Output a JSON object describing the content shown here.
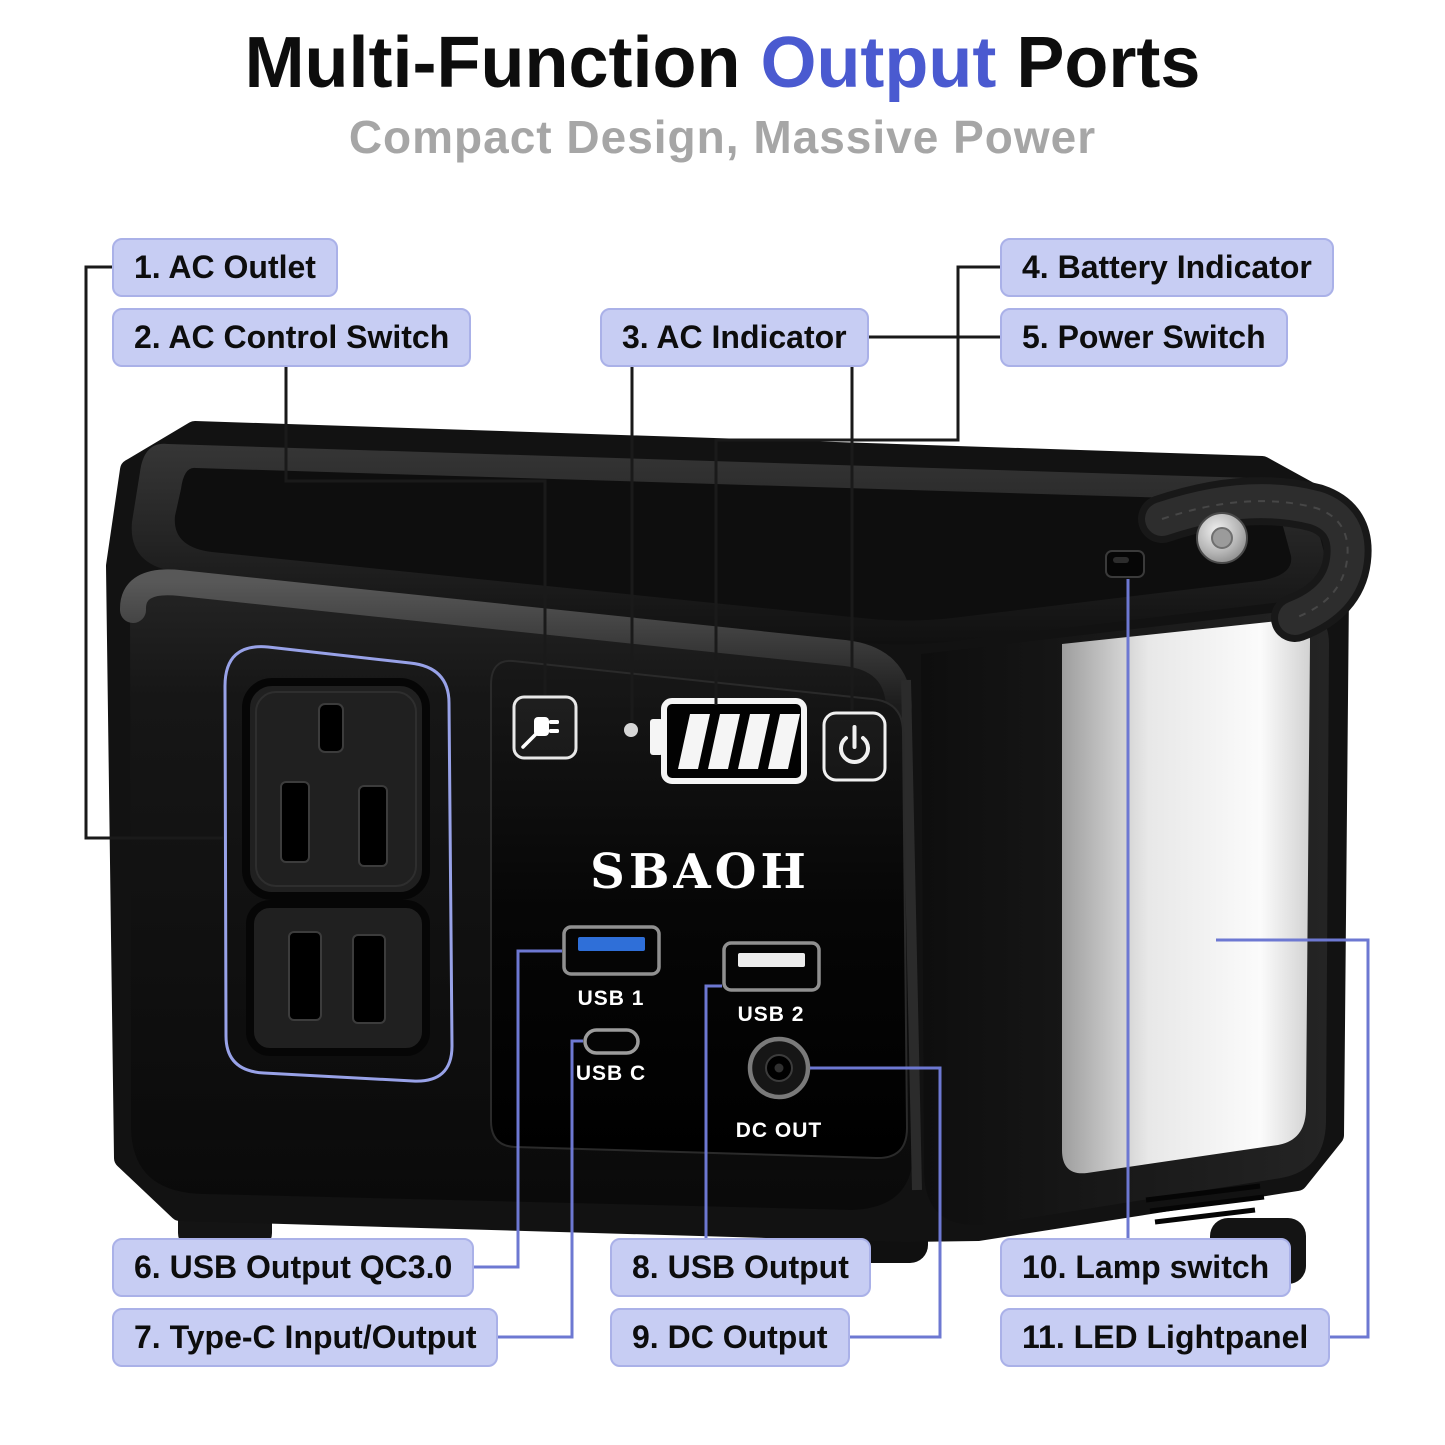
{
  "header": {
    "title_part1": "Multi-Function",
    "title_highlight": "Output",
    "title_part2": "Ports",
    "subtitle": "Compact Design, Massive Power"
  },
  "callouts": {
    "ac_outlet": "1. AC Outlet",
    "ac_control_switch": "2. AC Control Switch",
    "ac_indicator": "3. AC Indicator",
    "battery_indicator": "4. Battery Indicator",
    "power_switch": "5. Power Switch",
    "usb_output_qc30": "6. USB Output QC3.0",
    "type_c_input_output": "7. Type-C Input/Output",
    "usb_output": "8. USB Output",
    "dc_output": "9. DC Output",
    "lamp_switch": "10. Lamp switch",
    "led_lightpanel": "11. LED Lightpanel"
  },
  "device": {
    "brand": "SBAOH",
    "port_labels": {
      "usb1": "USB 1",
      "usb2": "USB 2",
      "usbc": "USB C",
      "dc_out": "DC OUT"
    }
  },
  "colors": {
    "title_highlight": "#4a5ad0",
    "subtitle_gray": "#a6a6a6",
    "callout_bg": "#c7cdf3",
    "callout_border": "#aab1e8",
    "top_line_color": "#1a1a1a",
    "bottom_line_color": "#6d78d2",
    "outlet_outline": "#98a2e8",
    "usb1_tongue_blue": "#2f6fd8"
  }
}
